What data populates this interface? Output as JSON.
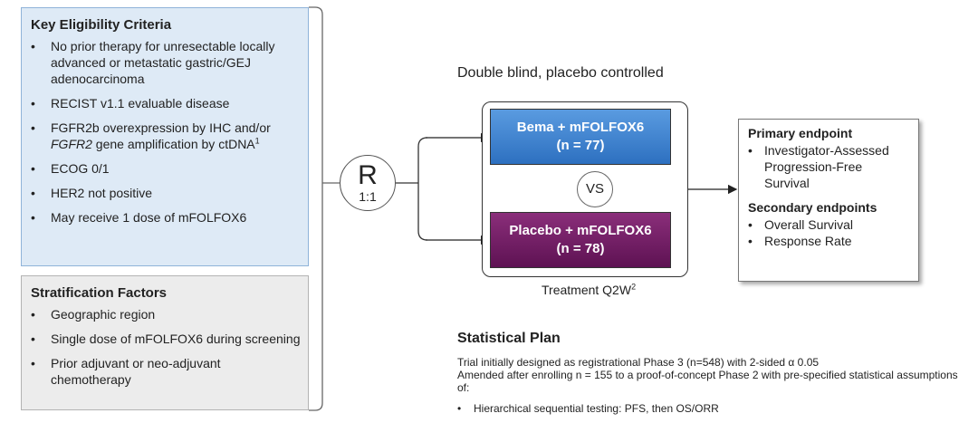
{
  "eligibility": {
    "title": "Key Eligibility Criteria",
    "items": [
      "No prior therapy for unresectable locally advanced or metastatic gastric/GEJ adenocarcinoma",
      "RECIST v1.1 evaluable disease",
      "FGFR2b overexpression by IHC and/or",
      "FGFR2",
      "gene amplification by ctDNA",
      "1",
      "ECOG 0/1",
      "HER2 not positive",
      "May receive 1 dose of mFOLFOX6"
    ]
  },
  "stratification": {
    "title": "Stratification Factors",
    "items": [
      "Geographic region",
      "Single dose of mFOLFOX6 during screening",
      "Prior adjuvant or neo-adjuvant chemotherapy"
    ]
  },
  "randomization": {
    "letter": "R",
    "ratio": "1:1"
  },
  "design_label": "Double blind, placebo controlled",
  "arms": [
    {
      "name": "Bema + mFOLFOX6",
      "n": "(n = 77)"
    },
    {
      "name": "Placebo + mFOLFOX6",
      "n": "(n = 78)"
    }
  ],
  "vs_label": "VS",
  "treatment": {
    "label": "Treatment Q2W",
    "sup": "2"
  },
  "endpoints": {
    "primary_title": "Primary endpoint",
    "primary_items": [
      "Investigator-Assessed Progression-Free Survival"
    ],
    "secondary_title": "Secondary endpoints",
    "secondary_items": [
      "Overall Survival",
      "Response Rate"
    ]
  },
  "statistical_plan": {
    "title": "Statistical Plan",
    "line1": "Trial initially designed as registrational Phase 3 (n=548) with 2-sided α 0.05",
    "line2": "Amended after enrolling n = 155 to a proof-of-concept Phase 2 with pre-specified statistical assumptions of:",
    "bullet": "Hierarchical sequential testing: PFS, then OS/ORR"
  },
  "colors": {
    "arm1": "#2d70c0",
    "arm2": "#5e1253",
    "eligibility_bg": "#deeaf6",
    "strat_bg": "#ececec"
  }
}
